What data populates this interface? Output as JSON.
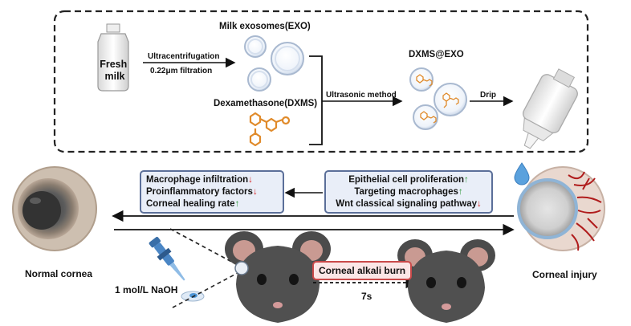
{
  "top_panel": {
    "fresh_milk": "Fresh\nmilk",
    "step1_line1": "Ultracentrifugation",
    "step1_line2": "0.22μm filtration",
    "milk_exosomes": "Milk exosomes(EXO)",
    "dexamethasone": "Dexamethasone(DXMS)",
    "ultrasonic": "Ultrasonic method",
    "product": "DXMS@EXO",
    "drip": "Drip"
  },
  "effects_left": {
    "rows": [
      {
        "text": "Macrophage infiltration",
        "arrow": "↓"
      },
      {
        "text": "Proinflammatory factors",
        "arrow": "↓"
      },
      {
        "text": "Corneal healing rate",
        "arrow": "↑"
      }
    ]
  },
  "effects_right": {
    "rows": [
      {
        "text": "Epithelial cell proliferation",
        "arrow": "↑"
      },
      {
        "text": "Targeting macrophages",
        "arrow": "↑"
      },
      {
        "text": "Wnt classical signaling pathway",
        "arrow": "↓"
      }
    ]
  },
  "bottom": {
    "normal_cornea": "Normal cornea",
    "corneal_injury": "Corneal injury",
    "naoh": "1 mol/L NaOH",
    "alkali_burn": "Corneal alkali burn",
    "duration": "7s"
  },
  "colors": {
    "box_border": "#5b6f99",
    "box_fill": "#e9eef8",
    "up_arrow": "#2e9b3a",
    "down_arrow": "#d62222",
    "burn_border": "#c94a4a",
    "drug_orange": "#e08a2a",
    "mouse_fur": "#4a4a4a"
  }
}
